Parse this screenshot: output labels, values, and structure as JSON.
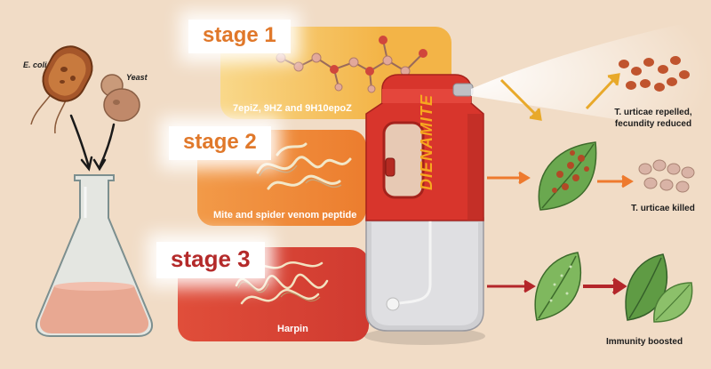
{
  "organisms": {
    "ecoli": "E. coli",
    "yeast": "Yeast"
  },
  "stages": [
    {
      "tag": "stage 1",
      "compound": "7epiZ, 9HZ and 9H10epoZ"
    },
    {
      "tag": "stage 2",
      "compound": "Mite and spider venom peptide"
    },
    {
      "tag": "stage 3",
      "compound": "Harpin"
    }
  ],
  "device": {
    "brand": "DIENAMITE"
  },
  "outcomes": {
    "repelled_line1": "T. urticae repelled,",
    "repelled_line2": "fecundity reduced",
    "killed": "T. urticae killed",
    "immunity": "Immunity boosted"
  },
  "colors": {
    "background": "#f1dcc6",
    "stage1_band": "#f7c85a",
    "stage2_band": "#ef8a3a",
    "stage3_band": "#d8443a",
    "device_red": "#d8352c",
    "leaf_green": "#6aa84f",
    "arrow_gold": "#e8a92a",
    "arrow_orange": "#ee7a2e",
    "arrow_red": "#b4262a"
  }
}
